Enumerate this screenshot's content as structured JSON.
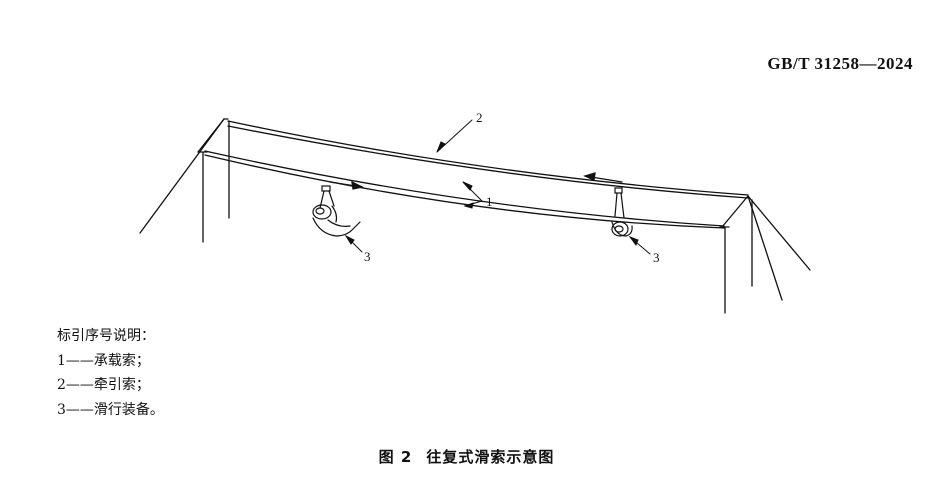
{
  "header": {
    "standard_number": "GB/T 31258—2024"
  },
  "figure": {
    "callouts": {
      "carrying_cable": "1",
      "haul_rope": "2",
      "trolley_left": "3",
      "trolley_right": "3"
    }
  },
  "legend": {
    "title": "标引序号说明：",
    "items": [
      {
        "key": "1",
        "dash": "——",
        "text": "承载索；"
      },
      {
        "key": "2",
        "dash": "——",
        "text": "牵引索；"
      },
      {
        "key": "3",
        "dash": "——",
        "text": "滑行装备。"
      }
    ]
  },
  "caption": {
    "number": "图 2",
    "title": "往复式滑索示意图"
  }
}
